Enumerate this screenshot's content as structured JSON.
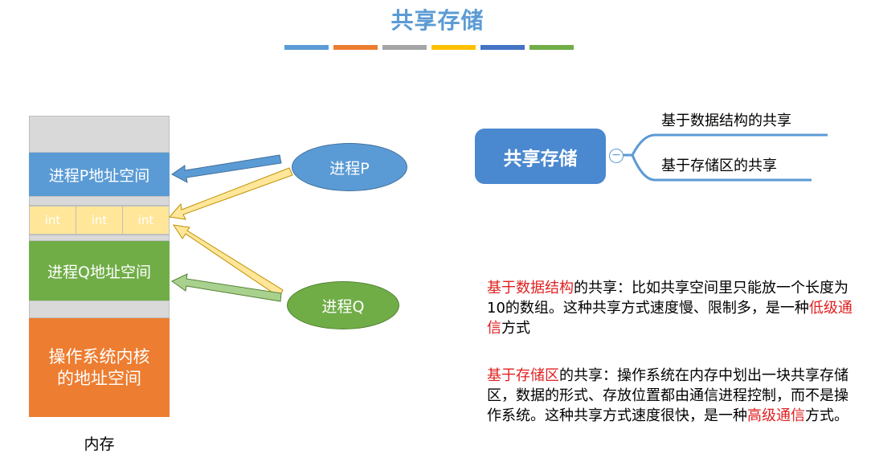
{
  "title": "共享存储",
  "accent_bars": [
    "#5B9BD5",
    "#ED7D31",
    "#A5A5A5",
    "#FFC000",
    "#4472C4",
    "#70AD47"
  ],
  "memory": {
    "p_space": "进程P地址空间",
    "int_cells": [
      "int",
      "int",
      "int"
    ],
    "q_space": "进程Q地址空间",
    "os_kernel_line1": "操作系统内核",
    "os_kernel_line2": "的地址空间",
    "label": "内存"
  },
  "processes": {
    "p": "进程P",
    "q": "进程Q"
  },
  "mindmap": {
    "root": "共享存储",
    "toggle": "−",
    "branches": [
      "基于数据结构的共享",
      "基于存储区的共享"
    ]
  },
  "descriptions": {
    "ds": {
      "hl1": "基于数据结构",
      "t1": "的共享：比如共享空间里只能放一个长度为10的数组。这种共享方式速度慢、限制多，是一种",
      "hl2": "低级通信",
      "t2": "方式"
    },
    "area": {
      "hl1": "基于存储区",
      "t1": "的共享：操作系统在内存中划出一块共享存储区，数据的形式、存放位置都由通信进程控制，而不是操作系统。这种共享方式速度很快，是一种",
      "hl2": "高级通信",
      "t2": "方式。"
    }
  }
}
